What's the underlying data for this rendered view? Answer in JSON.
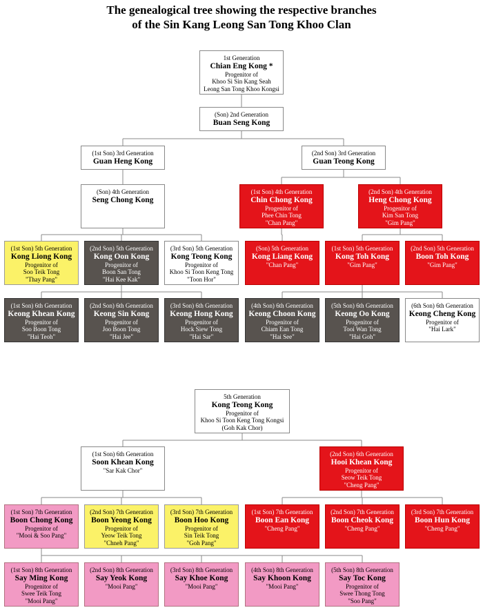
{
  "title_line1": "The genealogical tree showing the respective branches",
  "title_line2": "of the Sin Kang Leong San Tong Khoo Clan",
  "colors": {
    "white": "#ffffff",
    "red": "#e4141a",
    "yellow": "#fbf268",
    "dark": "#58534f",
    "pink": "#f29ac4",
    "line": "#888888"
  },
  "nodes": {
    "g1": {
      "style": "white",
      "head": "1st Generation",
      "name": "Chian Eng Kong *",
      "lines": [
        "Progenitor of",
        "Khoo Si Sin Kang Seah",
        "Leong San Tong Khoo Kongsi"
      ]
    },
    "g2": {
      "style": "white",
      "head": "(Son) 2nd Generation",
      "name": "Buan Seng Kong",
      "lines": []
    },
    "g3a": {
      "style": "white",
      "head": "(1st Son) 3rd Generation",
      "name": "Guan Heng Kong",
      "lines": []
    },
    "g3b": {
      "style": "white",
      "head": "(2nd Son) 3rd Generation",
      "name": "Guan Teong Kong",
      "lines": []
    },
    "g4a": {
      "style": "white",
      "head": "(Son) 4th Generation",
      "name": "Seng Chong Kong",
      "lines": []
    },
    "g4b": {
      "style": "red",
      "head": "(1st Son) 4th Generation",
      "name": "Chin Chong Kong",
      "lines": [
        "Progenitor of",
        "Phee Chin Tong",
        "\"Chan Pang\""
      ]
    },
    "g4c": {
      "style": "red",
      "head": "(2nd Son) 4th Generation",
      "name": "Heng Chong Kong",
      "lines": [
        "Progenitor of",
        "Kim San Tong",
        "\"Gim Pang\""
      ]
    },
    "g5a": {
      "style": "yellow",
      "head": "(1st Son) 5th Generation",
      "name": "Kong Liong Kong",
      "lines": [
        "Progenitor of",
        "Soo Teik Tong",
        "\"Thay Pang\""
      ]
    },
    "g5b": {
      "style": "dark",
      "head": "(2nd Son) 5th Generation",
      "name": "Kong Oon Kong",
      "lines": [
        "Progenitor of",
        "Boon San Tong",
        "\"Hai Kee Kak\""
      ]
    },
    "g5c": {
      "style": "white",
      "head": "(3rd Son) 5th Generation",
      "name": "Kong Teong Kong",
      "lines": [
        "Progenitor of",
        "Khoo Si Toon Keng Tong",
        "\"Toon Hor\""
      ]
    },
    "g5d": {
      "style": "red",
      "head": "(Son) 5th Generation",
      "name": "Kong Liang Kong",
      "lines": [
        "\"Chan Pang\""
      ]
    },
    "g5e": {
      "style": "red",
      "head": "(1st Son) 5th Generation",
      "name": "Kong Toh Kong",
      "lines": [
        "\"Gim Pang\""
      ]
    },
    "g5f": {
      "style": "red",
      "head": "(2nd Son) 5th Generation",
      "name": "Boon Toh Kong",
      "lines": [
        "\"Gim Pang\""
      ]
    },
    "g6a": {
      "style": "dark",
      "head": "(1st Son) 6th Generation",
      "name": "Keong Khean Kong",
      "lines": [
        "Progenitor of",
        "Soo Boon Tong",
        "\"Hai Teoh\""
      ]
    },
    "g6b": {
      "style": "dark",
      "head": "(2nd Son) 6th Generation",
      "name": "Keong Sin Kong",
      "lines": [
        "Progenitor of",
        "Joo Boon Tong",
        "\"Hai Jee\""
      ]
    },
    "g6c": {
      "style": "dark",
      "head": "(3rd Son) 6th Generation",
      "name": "Keong Hong Kong",
      "lines": [
        "Progenitor of",
        "Hock Siew Tong",
        "\"Hai Sar\""
      ]
    },
    "g6d": {
      "style": "dark",
      "head": "(4th Son) 6th Generation",
      "name": "Keong Choon Kong",
      "lines": [
        "Progenitor of",
        "Chiam Ean Tong",
        "\"Hai See\""
      ]
    },
    "g6e": {
      "style": "dark",
      "head": "(5th Son) 6th Generation",
      "name": "Keong Oo Kong",
      "lines": [
        "Progenitor of",
        "Tooi Wan Tong",
        "\"Hai Goh\""
      ]
    },
    "g6f": {
      "style": "white",
      "head": "(6th Son) 6th Generation",
      "name": "Keong Cheng Kong",
      "lines": [
        "Progenitor of",
        "\"Hai Lark\""
      ]
    },
    "h5": {
      "style": "white",
      "head": "5th Generation",
      "name": "Kong Teong Kong",
      "lines": [
        "Progenitor of",
        "Khoo Si Toon Keng Tong Kongsi",
        "(Goh Kak Chor)"
      ]
    },
    "h6a": {
      "style": "white",
      "head": "(1st Son) 6th Generation",
      "name": "Soon Khean Kong",
      "lines": [
        "\"Sar Kak Chor\""
      ]
    },
    "h6b": {
      "style": "red",
      "head": "(2nd Son) 6th Generation",
      "name": "Hooi Khean Kong",
      "lines": [
        "Progenitor of",
        "Seow Teik Tong",
        "\"Cheng Pang\""
      ]
    },
    "h7a": {
      "style": "pink",
      "head": "(1st Son) 7th Generation",
      "name": "Boon Chong Kong",
      "lines": [
        "Progenitor of",
        "\"Mooi & Soo Pang\""
      ]
    },
    "h7b": {
      "style": "yellow",
      "head": "(2nd Son) 7th Generation",
      "name": "Boon Yeong Kong",
      "lines": [
        "Progenitor of",
        "Yeow Teik Tong",
        "\"Chneh Pang\""
      ]
    },
    "h7c": {
      "style": "yellow",
      "head": "(3rd Son) 7th Generation",
      "name": "Boon Hoo Kong",
      "lines": [
        "Progenitor of",
        "Sin Teik Tong",
        "\"Goh Pang\""
      ]
    },
    "h7d": {
      "style": "red",
      "head": "(1st Son) 7th Generation",
      "name": "Boon Ean Kong",
      "lines": [
        "\"Cheng Pang\""
      ]
    },
    "h7e": {
      "style": "red",
      "head": "(2nd Son) 7th Generation",
      "name": "Boon Cheok Kong",
      "lines": [
        "\"Cheng Pang\""
      ]
    },
    "h7f": {
      "style": "red",
      "head": "(3rd Son) 7th Generation",
      "name": "Boon Hun Kong",
      "lines": [
        "\"Cheng Pang\""
      ]
    },
    "h8a": {
      "style": "pink",
      "head": "(1st Son) 8th Generation",
      "name": "Say Ming Kong",
      "lines": [
        "Progenitor of",
        "Swee Teik Tong",
        "\"Mooi Pang\""
      ]
    },
    "h8b": {
      "style": "pink",
      "head": "(2nd Son) 8th Generation",
      "name": "Say Yeok Kong",
      "lines": [
        "\"Mooi Pang\""
      ]
    },
    "h8c": {
      "style": "pink",
      "head": "(3rd Son) 8th Generation",
      "name": "Say Khoe Kong",
      "lines": [
        "\"Mooi Pang\""
      ]
    },
    "h8d": {
      "style": "pink",
      "head": "(4th Son) 8th Generation",
      "name": "Say Khoon Kong",
      "lines": [
        "\"Mooi Pang\""
      ]
    },
    "h8e": {
      "style": "pink",
      "head": "(5th Son) 8th Generation",
      "name": "Say Toc Kong",
      "lines": [
        "Progenitor of",
        "Swee Thong Tong",
        "\"Soo Pang\""
      ]
    }
  },
  "edges": [
    [
      "g1",
      "g2"
    ],
    [
      "g2",
      "g3a"
    ],
    [
      "g2",
      "g3b"
    ],
    [
      "g3a",
      "g4a"
    ],
    [
      "g3b",
      "g4b"
    ],
    [
      "g3b",
      "g4c"
    ],
    [
      "g4a",
      "g5a"
    ],
    [
      "g4a",
      "g5b"
    ],
    [
      "g4a",
      "g5c"
    ],
    [
      "g4b",
      "g5d"
    ],
    [
      "g4c",
      "g5e"
    ],
    [
      "g4c",
      "g5f"
    ],
    [
      "g5b",
      "g6a"
    ],
    [
      "g5b",
      "g6b"
    ],
    [
      "g5b",
      "g6c"
    ],
    [
      "g5e",
      "g6d"
    ],
    [
      "g5e",
      "g6e"
    ],
    [
      "g5e",
      "g6f"
    ],
    [
      "h5",
      "h6a"
    ],
    [
      "h5",
      "h6b"
    ],
    [
      "h6a",
      "h7a"
    ],
    [
      "h6a",
      "h7b"
    ],
    [
      "h6a",
      "h7c"
    ],
    [
      "h6b",
      "h7d"
    ],
    [
      "h6b",
      "h7e"
    ],
    [
      "h6b",
      "h7f"
    ],
    [
      "h7a",
      "h8a"
    ],
    [
      "h7a",
      "h8b"
    ],
    [
      "h7a",
      "h8c"
    ],
    [
      "h7a",
      "h8d"
    ],
    [
      "h7a",
      "h8e"
    ]
  ]
}
